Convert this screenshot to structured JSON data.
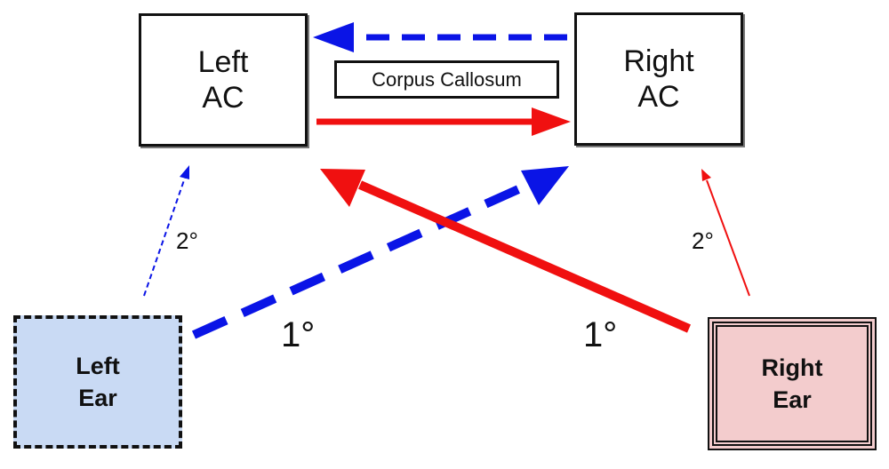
{
  "nodes": {
    "left_ac": [
      "Left",
      "AC"
    ],
    "right_ac": [
      "Right",
      "AC"
    ],
    "corpus_callosum": "Corpus Callosum",
    "left_ear": [
      "Left",
      "Ear"
    ],
    "right_ear": [
      "Right",
      "Ear"
    ]
  },
  "edge_labels": {
    "left_primary": "1°",
    "right_primary": "1°",
    "left_secondary": "2°",
    "right_secondary": "2°"
  },
  "colors": {
    "left_pathway": "#0a14e6",
    "right_pathway": "#f01010",
    "left_ear_fill": "#c9daf4",
    "right_ear_fill": "#f3cccd"
  }
}
